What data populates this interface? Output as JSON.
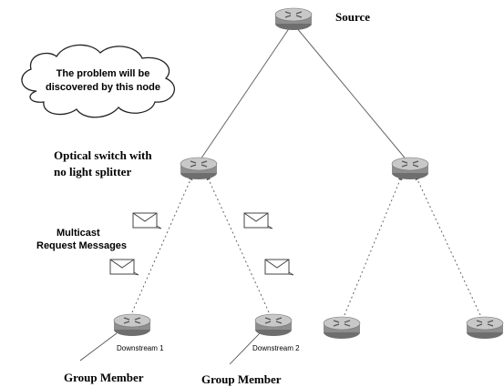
{
  "labels": {
    "source": "Source",
    "optical_switch_line1": "Optical switch with",
    "optical_switch_line2": "no light splitter",
    "cloud_line1": "The problem will be",
    "cloud_line2": "discovered by this node",
    "multicast_line1": "Multicast",
    "multicast_line2": "Request Messages",
    "downstream1": "Downstream 1",
    "downstream2": "Downstream 2",
    "group_member_1": "Group Member",
    "group_member_2": "Group Member"
  },
  "nodes": [
    {
      "id": "source",
      "icon": "router-icon"
    },
    {
      "id": "optical-switch",
      "icon": "router-icon"
    },
    {
      "id": "right-switch",
      "icon": "router-icon"
    },
    {
      "id": "downstream-1",
      "icon": "router-icon"
    },
    {
      "id": "downstream-2",
      "icon": "router-icon"
    },
    {
      "id": "leaf-3",
      "icon": "router-icon"
    },
    {
      "id": "leaf-4",
      "icon": "router-icon"
    }
  ],
  "colors": {
    "router_body": "#8e8e8e",
    "router_top": "#c8c8c8",
    "line": "#666666",
    "text": "#000000"
  }
}
